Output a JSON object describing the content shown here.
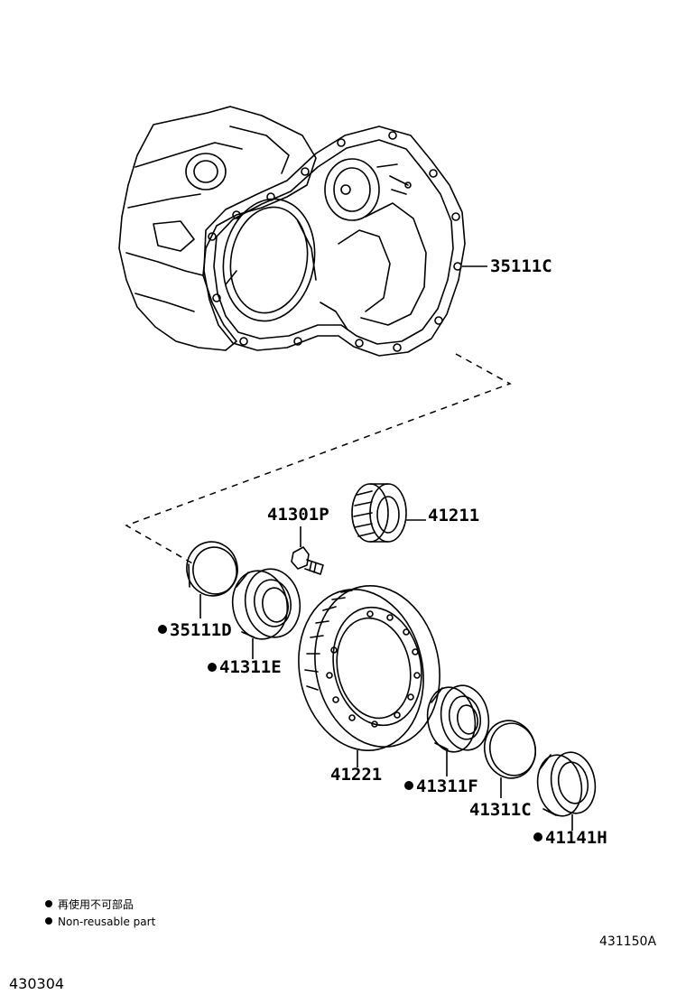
{
  "parts": {
    "case": "35111C",
    "seal": "35111D",
    "bearing_left": "41311E",
    "bolt": "41301P",
    "pinion": "41211",
    "ring_gear": "41221",
    "bearing_right": "41311F",
    "shim": "41311C",
    "oil_seal": "41141H"
  },
  "legend": {
    "jp": "再使用不可部品",
    "en": "Non-reusable part"
  },
  "codes": {
    "illustration": "431150A",
    "page": "430304"
  }
}
